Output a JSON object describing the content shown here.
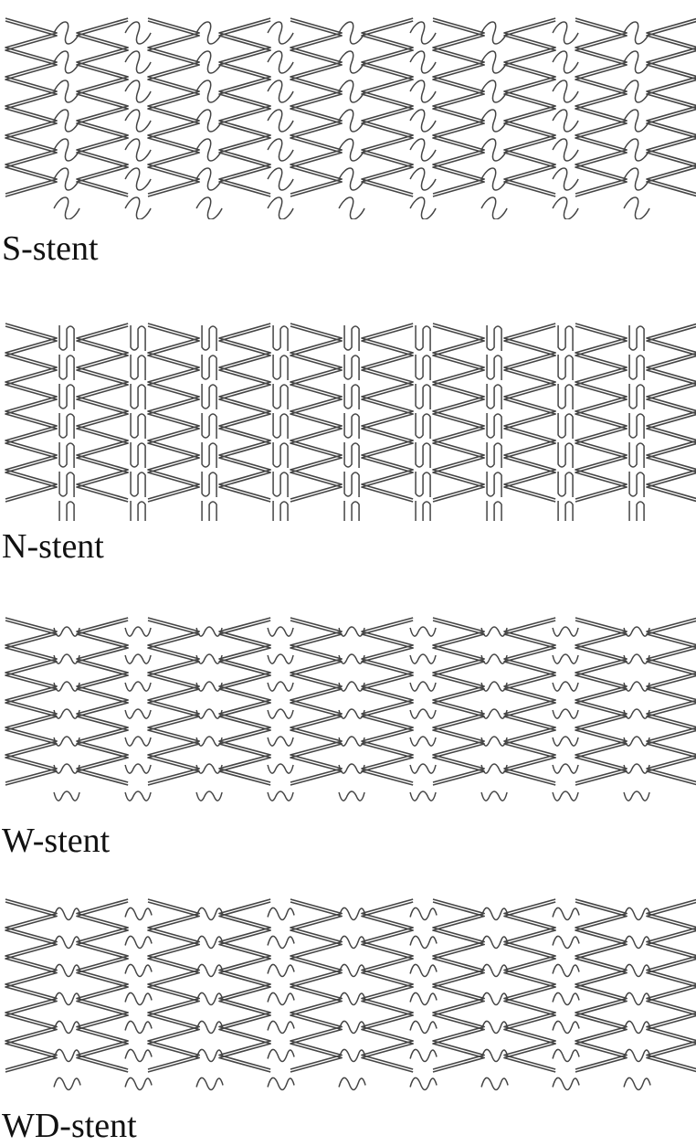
{
  "figure": {
    "panels": [
      {
        "id": "s",
        "label": "S-stent",
        "connector": "S"
      },
      {
        "id": "n",
        "label": "N-stent",
        "connector": "N"
      },
      {
        "id": "w",
        "label": "W-stent",
        "connector": "W"
      },
      {
        "id": "wd",
        "label": "WD-stent",
        "connector": "WD"
      }
    ],
    "stroke_color": "#444444",
    "background": "#ffffff"
  }
}
